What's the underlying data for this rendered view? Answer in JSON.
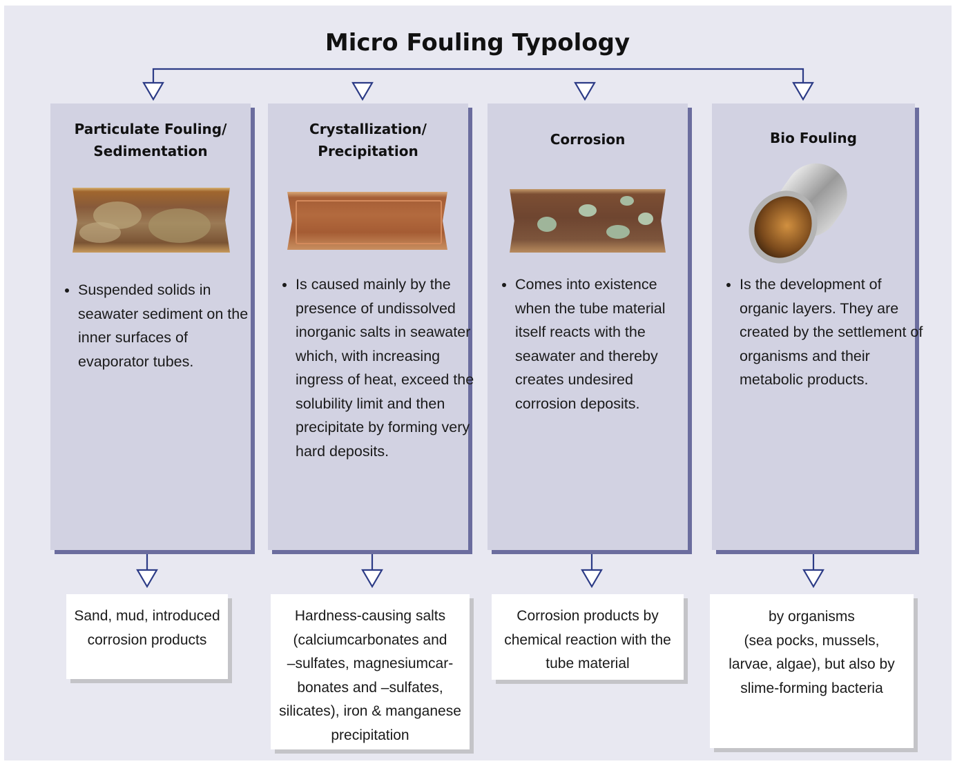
{
  "title": "Micro Fouling Typology",
  "colors": {
    "connector": "#2c3b86",
    "panel": "#d2d2e2",
    "panel_shadow": "#6b6d9e",
    "background": "#e8e8f1"
  },
  "categories": [
    {
      "heading_lines": [
        "Particulate Fouling/",
        "Sedimentation"
      ],
      "image": "sediment-covered-tube-photo",
      "description": "Suspended solids in seawater sediment on the inner surfaces of evaporator tubes.",
      "result_lines": [
        "Sand, mud, introduced",
        "corrosion products"
      ]
    },
    {
      "heading_lines": [
        "Crystallization/",
        "Precipitation"
      ],
      "image": "scaled-tube-photo",
      "description": "Is caused mainly by the presence of undissolved inorganic salts in seawater which, with increasing ingress of heat, exceed the solubility limit and then precipitate by forming very hard deposits.",
      "result_lines": [
        "Hardness-causing salts",
        "(calciumcarbonates and",
        "–sulfates, magnesiumcar-",
        "bonates and –sulfates,",
        "silicates), iron & manganese",
        "precipitation"
      ]
    },
    {
      "heading_lines": [
        "Corrosion"
      ],
      "image": "corroded-tube-photo",
      "description": "Comes into existence when the tube material itself reacts with the seawater and thereby creates undesired corrosion deposits.",
      "result_lines": [
        "Corrosion products by",
        "chemical reaction with the",
        "tube material"
      ]
    },
    {
      "heading_lines": [
        "Bio Fouling"
      ],
      "image": "biofouled-tube-photo",
      "description": "Is the development of organic layers. They are created by the settlement of organisms and their metabolic products.",
      "result_lines": [
        "by organisms",
        "(sea pocks, mussels,",
        "larvae, algae), but also by",
        "slime-forming bacteria"
      ]
    }
  ]
}
